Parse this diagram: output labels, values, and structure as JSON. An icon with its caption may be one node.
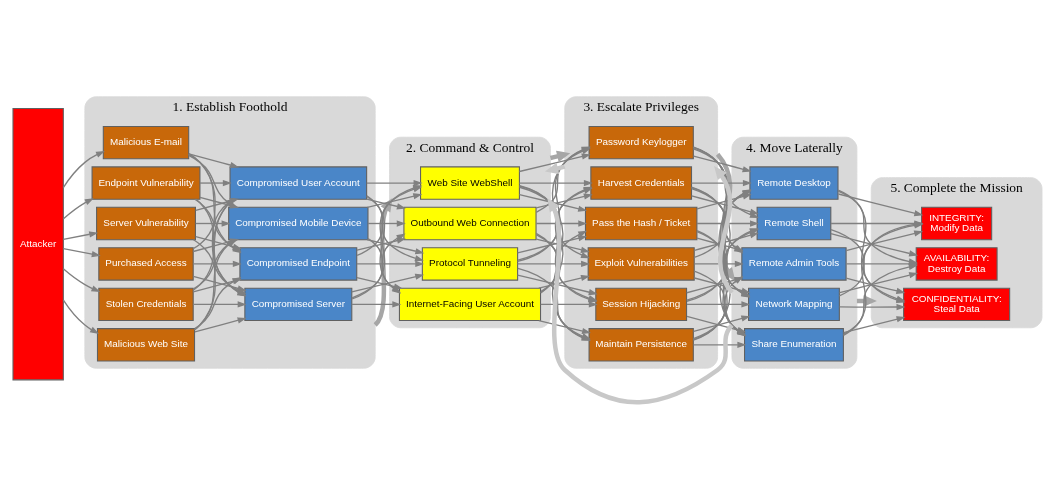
{
  "diagram": {
    "nodes": [
      {
        "text": [
          "Attacker"
        ]
      },
      {
        "text": [
          "1. Establish Foothold"
        ]
      },
      {
        "text": [
          "Server Vulnerability"
        ],
        "in": 1
      },
      {
        "text": [
          "Purchased Access"
        ],
        "in": 1
      },
      {
        "text": [
          "Stolen Credentials"
        ],
        "in": 1
      },
      {
        "text": [
          "Malicious Web Site"
        ],
        "in": 1
      },
      {
        "text": [
          "Malicious E-mail"
        ],
        "in": 1
      },
      {
        "text": [
          "Endpoint Vulnerability"
        ],
        "in": 1
      },
      {
        "text": [
          "Compromised Server"
        ],
        "in": 1
      },
      {
        "text": [
          "Compromised Endpoint"
        ],
        "in": 1
      },
      {
        "text": [
          "Compromised Mobile Device"
        ],
        "in": 1
      },
      {
        "text": [
          "Compromised User Account"
        ],
        "in": 1
      },
      {
        "text": [
          "2. Command & Control"
        ]
      },
      {
        "text": [
          "Web Site WebShell"
        ],
        "in": 12
      },
      {
        "text": [
          "Outbound Web Connection"
        ],
        "in": 12
      },
      {
        "text": [
          "Protocol Tunneling"
        ],
        "in": 12
      },
      {
        "text": [
          "Internet-Facing User Account"
        ],
        "in": 12
      },
      {
        "text": [
          "3. Escalate Privileges"
        ]
      },
      {
        "text": [
          "Password Keylogger"
        ],
        "in": 17
      },
      {
        "text": [
          "Harvest Credentials"
        ],
        "in": 17
      },
      {
        "text": [
          "Pass the Hash / Ticket"
        ],
        "in": 17
      },
      {
        "text": [
          "Exploit Vulnerabilities"
        ],
        "in": 17
      },
      {
        "text": [
          "Session Hijacking"
        ],
        "in": 17
      },
      {
        "text": [
          "Maintain Persistence"
        ],
        "in": 17
      },
      {
        "text": [
          "4. Move Laterally"
        ]
      },
      {
        "text": [
          "Network Mapping"
        ],
        "in": 24
      },
      {
        "text": [
          "Share Enumeration"
        ],
        "in": 24
      },
      {
        "text": [
          "Remote Desktop"
        ],
        "in": 24
      },
      {
        "text": [
          "Remote Shell"
        ],
        "in": 24
      },
      {
        "text": [
          "Remote Admin Tools"
        ],
        "in": 24
      },
      {
        "text": [
          "5. Complete the Mission"
        ]
      },
      {
        "text": [
          "CONFIDENTIALITY:",
          "Steal Data"
        ],
        "in": 30
      },
      {
        "text": [
          "INTEGRITY:",
          "Modify Data"
        ],
        "in": 30
      },
      {
        "text": [
          "AVAILABILITY:",
          "Destroy Data"
        ],
        "in": 30
      }
    ],
    "edges": [
      {
        "from": 0,
        "to": 2,
        "arrow": "to"
      },
      {
        "from": 0,
        "to": 3,
        "arrow": "to"
      },
      {
        "from": 0,
        "to": 4,
        "arrow": "to"
      },
      {
        "from": 0,
        "to": 5,
        "arrow": "to"
      },
      {
        "from": 0,
        "to": 6,
        "arrow": "to"
      },
      {
        "from": 0,
        "to": 7,
        "arrow": "to"
      },
      {
        "from": 2,
        "to": 8,
        "arrow": "to"
      },
      {
        "from": 2,
        "to": 9,
        "arrow": "to"
      },
      {
        "from": 2,
        "to": 10,
        "arrow": "to"
      },
      {
        "from": 2,
        "to": 11,
        "arrow": "to"
      },
      {
        "from": 3,
        "to": 8,
        "arrow": "to"
      },
      {
        "from": 3,
        "to": 9,
        "arrow": "to"
      },
      {
        "from": 3,
        "to": 10,
        "arrow": "to"
      },
      {
        "from": 3,
        "to": 11,
        "arrow": "to"
      },
      {
        "from": 4,
        "to": 8,
        "arrow": "to"
      },
      {
        "from": 4,
        "to": 9,
        "arrow": "to"
      },
      {
        "from": 4,
        "to": 10,
        "arrow": "to"
      },
      {
        "from": 4,
        "to": 11,
        "arrow": "to"
      },
      {
        "from": 5,
        "to": 8,
        "arrow": "to"
      },
      {
        "from": 5,
        "to": 9,
        "arrow": "to"
      },
      {
        "from": 5,
        "to": 10,
        "arrow": "to"
      },
      {
        "from": 5,
        "to": 11,
        "arrow": "to"
      },
      {
        "from": 6,
        "to": 8,
        "arrow": "to"
      },
      {
        "from": 6,
        "to": 9,
        "arrow": "to"
      },
      {
        "from": 6,
        "to": 10,
        "arrow": "to"
      },
      {
        "from": 6,
        "to": 11,
        "arrow": "to"
      },
      {
        "from": 7,
        "to": 8,
        "arrow": "to"
      },
      {
        "from": 7,
        "to": 9,
        "arrow": "to"
      },
      {
        "from": 7,
        "to": 10,
        "arrow": "to"
      },
      {
        "from": 7,
        "to": 11,
        "arrow": "to"
      },
      {
        "from": 8,
        "to": 13,
        "arrow": "to"
      },
      {
        "from": 8,
        "to": 14,
        "arrow": "to"
      },
      {
        "from": 8,
        "to": 15,
        "arrow": "to"
      },
      {
        "from": 8,
        "to": 16,
        "arrow": "to"
      },
      {
        "from": 9,
        "to": 13,
        "arrow": "to"
      },
      {
        "from": 9,
        "to": 14,
        "arrow": "to"
      },
      {
        "from": 9,
        "to": 15,
        "arrow": "to"
      },
      {
        "from": 9,
        "to": 16,
        "arrow": "to"
      },
      {
        "from": 10,
        "to": 13,
        "arrow": "to"
      },
      {
        "from": 10,
        "to": 14,
        "arrow": "to"
      },
      {
        "from": 10,
        "to": 15,
        "arrow": "to"
      },
      {
        "from": 10,
        "to": 16,
        "arrow": "to"
      },
      {
        "from": 11,
        "to": 13,
        "arrow": "to"
      },
      {
        "from": 11,
        "to": 14,
        "arrow": "to"
      },
      {
        "from": 11,
        "to": 15,
        "arrow": "to"
      },
      {
        "from": 11,
        "to": 16,
        "arrow": "to"
      },
      {
        "from": 13,
        "to": 18,
        "arrow": "to"
      },
      {
        "from": 13,
        "to": 19,
        "arrow": "to"
      },
      {
        "from": 13,
        "to": 20,
        "arrow": "to"
      },
      {
        "from": 13,
        "to": 21,
        "arrow": "to"
      },
      {
        "from": 13,
        "to": 22,
        "arrow": "to"
      },
      {
        "from": 13,
        "to": 23,
        "arrow": "to"
      },
      {
        "from": 14,
        "to": 18,
        "arrow": "to"
      },
      {
        "from": 14,
        "to": 19,
        "arrow": "to"
      },
      {
        "from": 14,
        "to": 20,
        "arrow": "to"
      },
      {
        "from": 14,
        "to": 21,
        "arrow": "to"
      },
      {
        "from": 14,
        "to": 22,
        "arrow": "to"
      },
      {
        "from": 14,
        "to": 23,
        "arrow": "to"
      },
      {
        "from": 15,
        "to": 18,
        "arrow": "to"
      },
      {
        "from": 15,
        "to": 19,
        "arrow": "to"
      },
      {
        "from": 15,
        "to": 20,
        "arrow": "to"
      },
      {
        "from": 15,
        "to": 21,
        "arrow": "to"
      },
      {
        "from": 15,
        "to": 22,
        "arrow": "to"
      },
      {
        "from": 15,
        "to": 23,
        "arrow": "to"
      },
      {
        "from": 16,
        "to": 18,
        "arrow": "to"
      },
      {
        "from": 16,
        "to": 19,
        "arrow": "to"
      },
      {
        "from": 16,
        "to": 20,
        "arrow": "to"
      },
      {
        "from": 16,
        "to": 21,
        "arrow": "to"
      },
      {
        "from": 16,
        "to": 22,
        "arrow": "to"
      },
      {
        "from": 16,
        "to": 23,
        "arrow": "to"
      },
      {
        "from": 18,
        "to": 25,
        "arrow": "to"
      },
      {
        "from": 18,
        "to": 26,
        "arrow": "to"
      },
      {
        "from": 18,
        "to": 27,
        "arrow": "to"
      },
      {
        "from": 18,
        "to": 28,
        "arrow": "to"
      },
      {
        "from": 18,
        "to": 29,
        "arrow": "to"
      },
      {
        "from": 19,
        "to": 25,
        "arrow": "to"
      },
      {
        "from": 19,
        "to": 26,
        "arrow": "to"
      },
      {
        "from": 19,
        "to": 27,
        "arrow": "to"
      },
      {
        "from": 19,
        "to": 28,
        "arrow": "to"
      },
      {
        "from": 19,
        "to": 29,
        "arrow": "to"
      },
      {
        "from": 20,
        "to": 25,
        "arrow": "to"
      },
      {
        "from": 20,
        "to": 26,
        "arrow": "to"
      },
      {
        "from": 20,
        "to": 27,
        "arrow": "to"
      },
      {
        "from": 20,
        "to": 28,
        "arrow": "to"
      },
      {
        "from": 20,
        "to": 29,
        "arrow": "to"
      },
      {
        "from": 21,
        "to": 25,
        "arrow": "to"
      },
      {
        "from": 21,
        "to": 26,
        "arrow": "to"
      },
      {
        "from": 21,
        "to": 27,
        "arrow": "to"
      },
      {
        "from": 21,
        "to": 28,
        "arrow": "to"
      },
      {
        "from": 21,
        "to": 29,
        "arrow": "to"
      },
      {
        "from": 22,
        "to": 25,
        "arrow": "to"
      },
      {
        "from": 22,
        "to": 26,
        "arrow": "to"
      },
      {
        "from": 22,
        "to": 27,
        "arrow": "to"
      },
      {
        "from": 22,
        "to": 28,
        "arrow": "to"
      },
      {
        "from": 22,
        "to": 29,
        "arrow": "to"
      },
      {
        "from": 23,
        "to": 25,
        "arrow": "to"
      },
      {
        "from": 23,
        "to": 26,
        "arrow": "to"
      },
      {
        "from": 23,
        "to": 27,
        "arrow": "to"
      },
      {
        "from": 23,
        "to": 28,
        "arrow": "to"
      },
      {
        "from": 23,
        "to": 29,
        "arrow": "to"
      },
      {
        "from": 25,
        "to": 31,
        "arrow": "to"
      },
      {
        "from": 25,
        "to": 32,
        "arrow": "to"
      },
      {
        "from": 25,
        "to": 33,
        "arrow": "to"
      },
      {
        "from": 26,
        "to": 31,
        "arrow": "to"
      },
      {
        "from": 26,
        "to": 32,
        "arrow": "to"
      },
      {
        "from": 26,
        "to": 33,
        "arrow": "to"
      },
      {
        "from": 27,
        "to": 31,
        "arrow": "to"
      },
      {
        "from": 27,
        "to": 32,
        "arrow": "to"
      },
      {
        "from": 27,
        "to": 33,
        "arrow": "to"
      },
      {
        "from": 28,
        "to": 31,
        "arrow": "to"
      },
      {
        "from": 28,
        "to": 32,
        "arrow": "to"
      },
      {
        "from": 28,
        "to": 33,
        "arrow": "to"
      },
      {
        "from": 29,
        "to": 31,
        "arrow": "to"
      },
      {
        "from": 29,
        "to": 32,
        "arrow": "to"
      },
      {
        "from": 29,
        "to": 33,
        "arrow": "to"
      },
      {
        "from": 1,
        "to": 12,
        "arrow": "to",
        "style": "thick",
        "color": "#a6a6a6"
      },
      {
        "from": 12,
        "to": 17,
        "arrow": "to",
        "style": "thick",
        "color": "#a6a6a6"
      },
      {
        "from": 17,
        "to": 24,
        "arrow": "to",
        "style": "thick",
        "color": "#a6a6a6"
      },
      {
        "from": 24,
        "to": 30,
        "arrow": "to",
        "style": "thick",
        "color": "#a6a6a6"
      },
      {
        "from": 17,
        "to": 12,
        "arrow": "to",
        "style": "thick",
        "color": "#c8c8c8"
      },
      {
        "from": 24,
        "to": 12,
        "arrow": "to",
        "style": "thick",
        "color": "#c8c8c8"
      },
      {
        "from": 24,
        "to": 17,
        "arrow": "to",
        "style": "thick",
        "color": "#c8c8c8"
      }
    ]
  }
}
